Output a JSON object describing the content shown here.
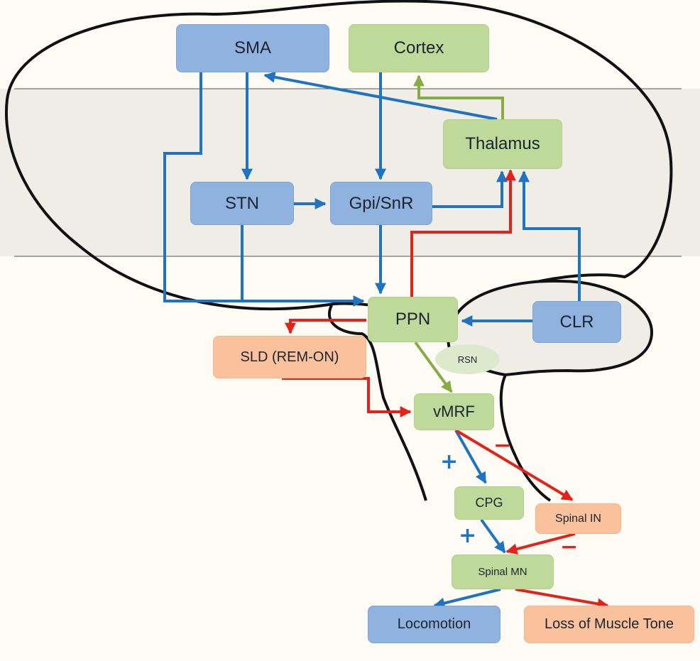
{
  "nodes": {
    "sma": "SMA",
    "cortex": "Cortex",
    "thalamus": "Thalamus",
    "stn": "STN",
    "gpi_snr": "Gpi/SnR",
    "ppn": "PPN",
    "clr": "CLR",
    "rsn": "RSN",
    "sld": "SLD (REM-ON)",
    "vmrf": "vMRF",
    "cpg": "CPG",
    "spinal_in": "Spinal IN",
    "spinal_mn": "Spinal MN",
    "locomotion": "Locomotion",
    "loss_muscle_tone": "Loss of Muscle Tone"
  },
  "signs": {
    "plus": "+",
    "minus": "−"
  },
  "colors": {
    "blue_arrow": "#1f74c2",
    "red_arrow": "#e2231a",
    "green_arrow": "#86ad45",
    "blue_box": "#8fb3de",
    "green_box": "#bfd99a",
    "orange_box": "#f9c29c",
    "brain_fill": "#efede6",
    "outline": "#111111"
  },
  "edges": [
    {
      "from": "SMA",
      "to": "STN",
      "color": "blue"
    },
    {
      "from": "SMA",
      "to": "PPN",
      "color": "blue"
    },
    {
      "from": "Thalamus",
      "to": "SMA",
      "color": "blue"
    },
    {
      "from": "Thalamus",
      "to": "Cortex",
      "color": "green"
    },
    {
      "from": "Cortex",
      "to": "Gpi/SnR",
      "color": "blue"
    },
    {
      "from": "STN",
      "to": "Gpi/SnR",
      "color": "blue"
    },
    {
      "from": "STN",
      "to": "PPN",
      "color": "blue"
    },
    {
      "from": "Gpi/SnR",
      "to": "Thalamus",
      "color": "blue"
    },
    {
      "from": "Gpi/SnR",
      "to": "PPN",
      "color": "blue"
    },
    {
      "from": "PPN",
      "to": "Thalamus",
      "color": "red"
    },
    {
      "from": "CLR",
      "to": "Thalamus",
      "color": "blue"
    },
    {
      "from": "CLR",
      "to": "PPN",
      "color": "blue"
    },
    {
      "from": "PPN",
      "to": "SLD (REM-ON)",
      "color": "red"
    },
    {
      "from": "PPN",
      "to": "vMRF",
      "color": "green"
    },
    {
      "from": "SLD (REM-ON)",
      "to": "vMRF",
      "color": "red"
    },
    {
      "from": "vMRF",
      "to": "CPG",
      "color": "blue",
      "sign": "+"
    },
    {
      "from": "vMRF",
      "to": "Spinal IN",
      "color": "red",
      "sign": "−"
    },
    {
      "from": "CPG",
      "to": "Spinal MN",
      "color": "blue",
      "sign": "+"
    },
    {
      "from": "Spinal IN",
      "to": "Spinal MN",
      "color": "red",
      "sign": "−"
    },
    {
      "from": "Spinal MN",
      "to": "Locomotion",
      "color": "blue"
    },
    {
      "from": "Spinal MN",
      "to": "Loss of Muscle Tone",
      "color": "red"
    }
  ]
}
